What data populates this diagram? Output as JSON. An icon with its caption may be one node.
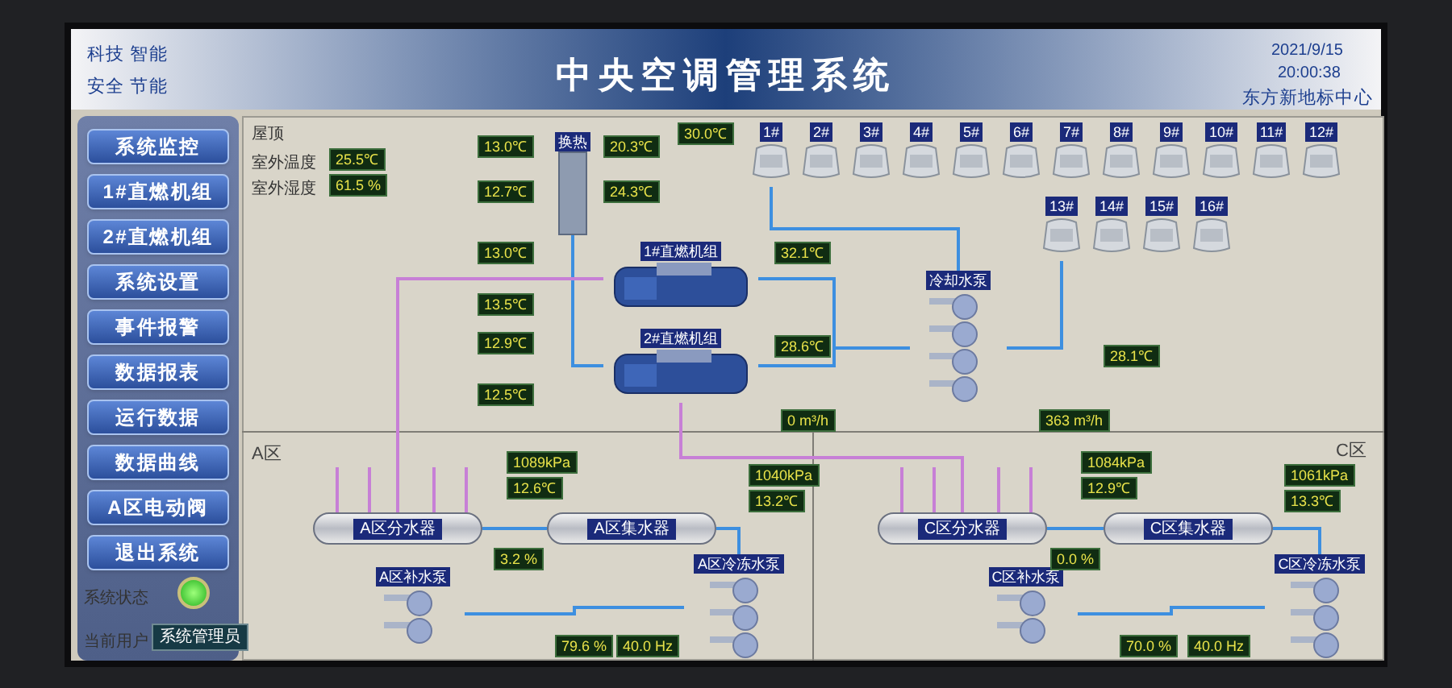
{
  "diagram": {
    "title": "中央空调管理系统",
    "nodes": [
      {
        "text": [
          "换热"
        ]
      },
      {
        "text": [
          "1#"
        ]
      },
      {
        "text": [
          "2#"
        ]
      },
      {
        "text": [
          "3#"
        ]
      },
      {
        "text": [
          "4#"
        ]
      },
      {
        "text": [
          "5#"
        ]
      },
      {
        "text": [
          "6#"
        ]
      },
      {
        "text": [
          "7#"
        ]
      },
      {
        "text": [
          "8#"
        ]
      },
      {
        "text": [
          "9#"
        ]
      },
      {
        "text": [
          "10#"
        ]
      },
      {
        "text": [
          "11#"
        ]
      },
      {
        "text": [
          "12#"
        ]
      },
      {
        "text": [
          "13#"
        ]
      },
      {
        "text": [
          "14#"
        ]
      },
      {
        "text": [
          "15#"
        ]
      },
      {
        "text": [
          "16#"
        ]
      },
      {
        "text": [
          "1#直燃机组"
        ]
      },
      {
        "text": [
          "2#直燃机组"
        ]
      },
      {
        "text": [
          "冷却水泵"
        ]
      },
      {
        "text": [
          "A区分水器"
        ]
      },
      {
        "text": [
          "A区集水器"
        ]
      },
      {
        "text": [
          "A区补水泵"
        ]
      },
      {
        "text": [
          "A区冷冻水泵"
        ]
      },
      {
        "text": [
          "C区分水器"
        ]
      },
      {
        "text": [
          "C区集水器"
        ]
      },
      {
        "text": [
          "C区补水泵"
        ]
      },
      {
        "text": [
          "C区冷冻水泵"
        ]
      }
    ],
    "edges": [
      {
        "from": 0,
        "to": 17,
        "arrow": "none"
      },
      {
        "from": 0,
        "to": 18,
        "arrow": "none"
      },
      {
        "from": 17,
        "to": 19,
        "arrow": "none"
      },
      {
        "from": 18,
        "to": 19,
        "arrow": "none"
      },
      {
        "from": 19,
        "to": 1,
        "arrow": "none"
      },
      {
        "from": 19,
        "to": 13,
        "arrow": "none"
      },
      {
        "from": 17,
        "to": 20,
        "arrow": "none",
        "color": "#c77fd6"
      },
      {
        "from": 18,
        "to": 24,
        "arrow": "none",
        "color": "#c77fd6"
      },
      {
        "from": 20,
        "to": 21,
        "arrow": "none"
      },
      {
        "from": 21,
        "to": 23,
        "arrow": "none"
      },
      {
        "from": 22,
        "to": 23,
        "arrow": "none"
      },
      {
        "from": 24,
        "to": 25,
        "arrow": "none"
      },
      {
        "from": 25,
        "to": 27,
        "arrow": "none"
      },
      {
        "from": 26,
        "to": 27,
        "arrow": "none"
      }
    ],
    "labels": [
      "科技 智能",
      "安全 节能",
      "2021/9/15",
      "20:00:38",
      "东方新地标中心",
      "系统监控",
      "1#直燃机组",
      "2#直燃机组",
      "系统设置",
      "事件报警",
      "数据报表",
      "运行数据",
      "数据曲线",
      "A区电动阀",
      "退出系统",
      "系统状态",
      "当前用户",
      "系统管理员",
      "屋顶",
      "室外温度",
      "25.5℃",
      "室外湿度",
      "61.5 %",
      "13.0℃",
      "20.3℃",
      "12.7℃",
      "24.3℃",
      "30.0℃",
      "13.0℃",
      "32.1℃",
      "13.5℃",
      "12.9℃",
      "28.6℃",
      "12.5℃",
      "28.1℃",
      "0 m³/h",
      "363 m³/h",
      "A区",
      "1089kPa",
      "12.6℃",
      "3.2 %",
      "1040kPa",
      "13.2℃",
      "79.6 %",
      "40.0 Hz",
      "C区",
      "1084kPa",
      "12.9℃",
      "0.0 %",
      "1061kPa",
      "13.3℃",
      "70.0 %",
      "40.0 Hz"
    ]
  }
}
